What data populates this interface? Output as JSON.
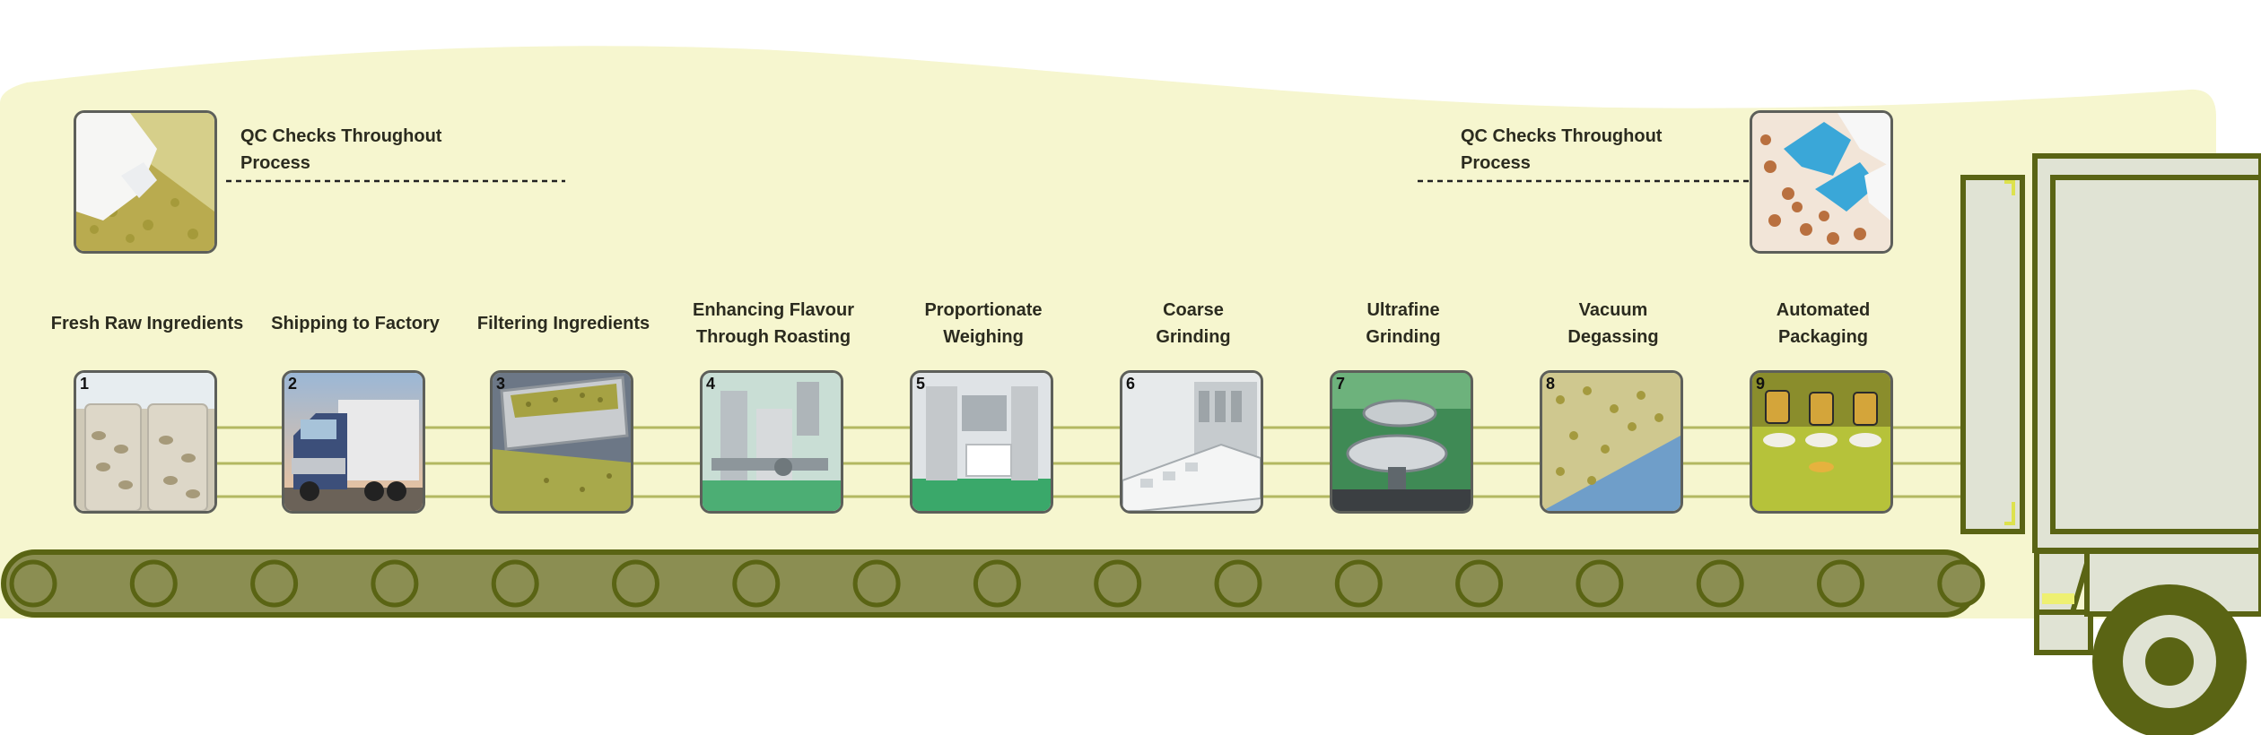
{
  "qc": [
    {
      "label_line1": "QC Checks Throughout",
      "label_line2": "Process"
    },
    {
      "label_line1": "QC Checks Throughout",
      "label_line2": "Process"
    }
  ],
  "steps": [
    {
      "number": "1",
      "line1": "Fresh Raw Ingredients",
      "line2": ""
    },
    {
      "number": "2",
      "line1": "Shipping to Factory",
      "line2": ""
    },
    {
      "number": "3",
      "line1": "Filtering Ingredients",
      "line2": ""
    },
    {
      "number": "4",
      "line1": "Enhancing Flavour",
      "line2": "Through Roasting"
    },
    {
      "number": "5",
      "line1": "Proportionate",
      "line2": "Weighing"
    },
    {
      "number": "6",
      "line1": "Coarse",
      "line2": "Grinding"
    },
    {
      "number": "7",
      "line1": "Ultrafine",
      "line2": "Grinding"
    },
    {
      "number": "8",
      "line1": "Vacuum",
      "line2": "Degassing"
    },
    {
      "number": "9",
      "line1": "Automated",
      "line2": "Packaging"
    }
  ],
  "colors": {
    "band": "#f6f6cf",
    "olive_dark": "#5a6414",
    "olive_mid": "#8b8e52",
    "truck_fill": "#e0e3d4",
    "tile_border": "#5d5f5a",
    "connector": "#b3b861"
  }
}
